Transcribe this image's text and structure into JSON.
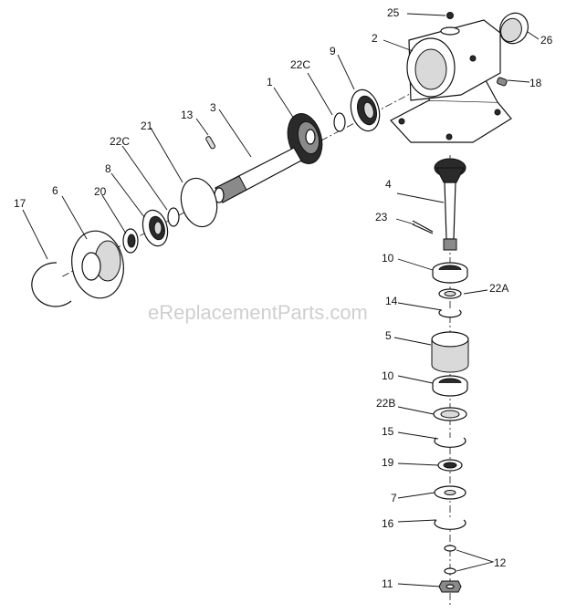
{
  "watermark": "eReplacementParts.com",
  "labels": {
    "l1": "1",
    "l2": "2",
    "l3": "3",
    "l4": "4",
    "l5": "5",
    "l6": "6",
    "l7": "7",
    "l8": "8",
    "l9": "9",
    "l10a": "10",
    "l10b": "10",
    "l11": "11",
    "l12": "12",
    "l13": "13",
    "l14": "14",
    "l15": "15",
    "l16": "16",
    "l17": "17",
    "l18": "18",
    "l19": "19",
    "l20": "20",
    "l21": "21",
    "l22A": "22A",
    "l22B": "22B",
    "l22Ca": "22C",
    "l22Cb": "22C",
    "l23": "23",
    "l25": "25",
    "l26": "26"
  }
}
